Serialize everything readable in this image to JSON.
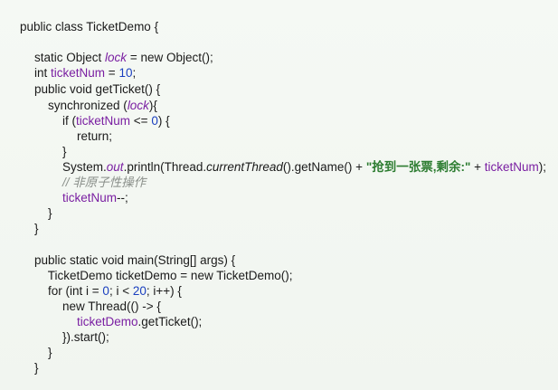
{
  "code": {
    "class_decl": "public class TicketDemo {",
    "lock_decl": {
      "prefix": "static Object ",
      "name": "lock",
      "suffix": " = new Object();"
    },
    "ticketnum_decl": {
      "prefix": "int ",
      "name": "ticketNum",
      "mid": " = ",
      "value": "10",
      "suffix": ";"
    },
    "get_ticket_decl": "public void getTicket() {",
    "sync": {
      "prefix": "synchronized (",
      "name": "lock",
      "suffix": "){"
    },
    "if_stmt": {
      "prefix": "if (",
      "name": "ticketNum",
      "mid": " <= ",
      "value": "0",
      "suffix": ") {"
    },
    "return_stmt": "return;",
    "close_if": "}",
    "println": {
      "prefix": "System.",
      "out": "out",
      "call": ".println(Thread.",
      "current": "currentThread",
      "get_name": "().getName() + ",
      "string": "\"抢到一张票,剩余:\"",
      "plus": " + ",
      "name": "ticketNum",
      "suffix": ");"
    },
    "comment": "// 非原子性操作",
    "decrement": {
      "name": "ticketNum",
      "suffix": "--;"
    },
    "close_sync": "}",
    "close_get_ticket": "}",
    "main_decl": "public static void main(String[] args) {",
    "demo_decl": "TicketDemo ticketDemo = new TicketDemo();",
    "for_stmt": {
      "prefix": "for (int i = ",
      "v0": "0",
      "mid": "; i < ",
      "v20": "20",
      "suffix": "; i++) {"
    },
    "thread_new": "new Thread(() -> {",
    "call_get_ticket": {
      "name": "ticketDemo",
      "suffix": ".getTicket();"
    },
    "thread_start": "}).start();",
    "close_for": "}",
    "close_main": "}",
    "close_class": "}"
  }
}
